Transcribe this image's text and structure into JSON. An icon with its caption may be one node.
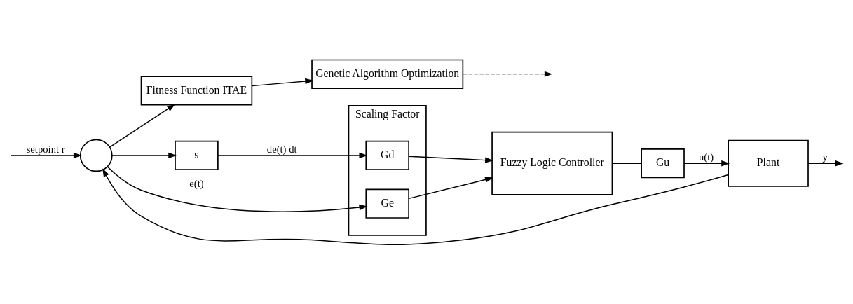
{
  "diagram": {
    "nodes": [
      {
        "text": [
          "Fitness Function ITAE"
        ]
      },
      {
        "text": [
          "Genetic Algorithm Optimization"
        ]
      },
      {
        "text": [],
        "shape": "circle"
      },
      {
        "text": [
          "s"
        ]
      },
      {
        "text": [
          "Scaling Factor"
        ]
      },
      {
        "text": [
          "Gd"
        ],
        "in": 4
      },
      {
        "text": [
          "Ge"
        ],
        "in": 4
      },
      {
        "text": [
          "Fuzzy Logic Controller"
        ]
      },
      {
        "text": [
          "Gu"
        ]
      },
      {
        "text": [
          "Plant"
        ]
      }
    ],
    "edges": [
      {
        "from": null,
        "to": 2,
        "arrow": "to",
        "label": "setpoint r"
      },
      {
        "from": 2,
        "to": 0,
        "arrow": "to"
      },
      {
        "from": 0,
        "to": 1,
        "arrow": "to"
      },
      {
        "from": 2,
        "to": 3,
        "arrow": "to"
      },
      {
        "from": 3,
        "to": 5,
        "arrow": "to",
        "label": "de(t) dt"
      },
      {
        "from": 2,
        "to": 6,
        "arrow": "to",
        "label": "e(t)"
      },
      {
        "from": 5,
        "to": 7,
        "arrow": "to"
      },
      {
        "from": 6,
        "to": 7,
        "arrow": "to"
      },
      {
        "from": 7,
        "to": 8,
        "arrow": "none"
      },
      {
        "from": 8,
        "to": 9,
        "arrow": "to",
        "label": "u(t)"
      },
      {
        "from": 9,
        "to": null,
        "arrow": "to",
        "label": "y"
      },
      {
        "from": 9,
        "to": 2,
        "arrow": "to"
      },
      {
        "from": 1,
        "to": null,
        "arrow": "to",
        "style": "dashed"
      }
    ]
  }
}
